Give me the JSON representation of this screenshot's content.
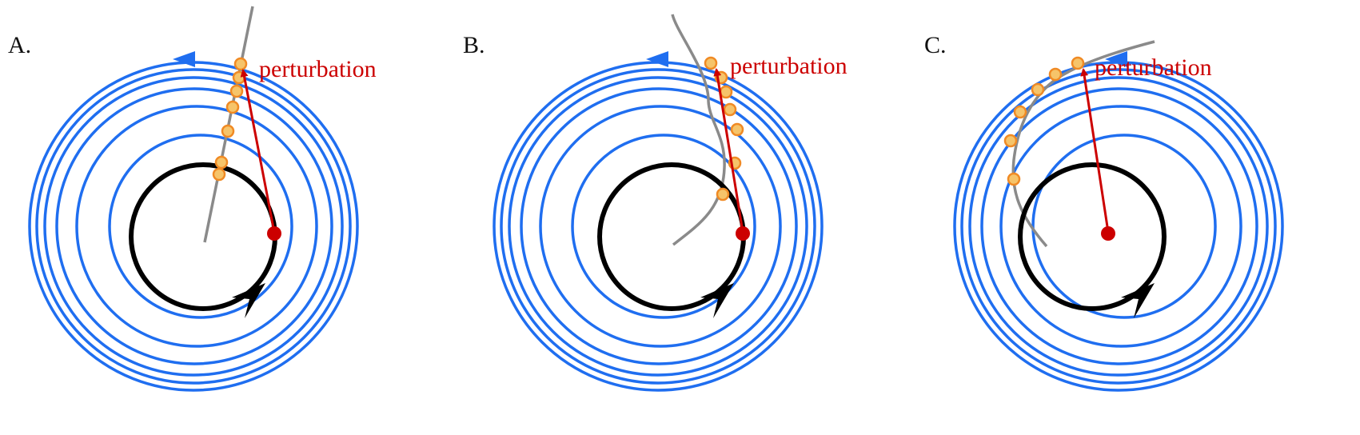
{
  "colors": {
    "spiral": "#1f6ef0",
    "limit_cycle": "#000000",
    "isochron": "#8a8a8a",
    "perturbation": "#cc0000",
    "marker_fill": "#f6c46a",
    "marker_stroke": "#f08a24",
    "background": "#ffffff"
  },
  "icons": {
    "direction_arrow": "arrowhead-icon"
  },
  "panels": [
    {
      "label": "A.",
      "perturbation_label": "perturbation",
      "isochron_shape": "straight"
    },
    {
      "label": "B.",
      "perturbation_label": "perturbation",
      "isochron_shape": "bent"
    },
    {
      "label": "C.",
      "perturbation_label": "perturbation",
      "isochron_shape": "curved"
    }
  ]
}
